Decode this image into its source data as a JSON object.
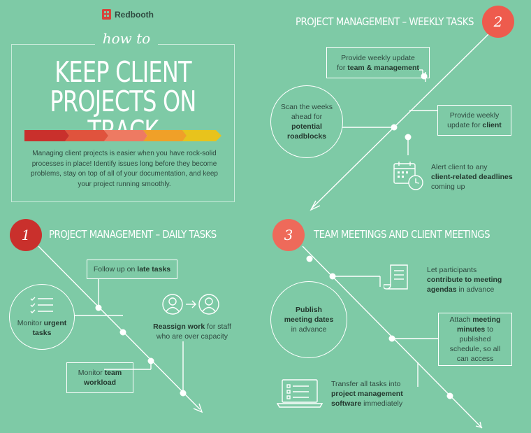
{
  "brand": {
    "name": "Redbooth",
    "color": "#d8433a"
  },
  "header": {
    "how_to": "how to",
    "title_line1": "KEEP CLIENT",
    "title_line2": "PROJECTS ON TRACK",
    "gradient_colors": [
      "#c9302c",
      "#e0533d",
      "#ee7a62",
      "#f0a028",
      "#e8c31c"
    ],
    "intro": "Managing client projects is easier when you have rock-solid processes in place! Identify issues long before they become problems, stay on top of all of your documentation, and keep your project running smoothly."
  },
  "section1": {
    "number": "1",
    "title": "PROJECT MANAGEMENT – DAILY TASKS",
    "follow_pre": "Follow up on ",
    "follow_bold": "late tasks",
    "monitor_urgent_pre": "Monitor ",
    "monitor_urgent_bold": "urgent",
    "monitor_urgent_post": "tasks",
    "reassign_bold": "Reassign work",
    "reassign_post": " for staff who are over capacity",
    "workload_pre": "Monitor ",
    "workload_bold1": "team",
    "workload_bold2": "workload"
  },
  "section2": {
    "number": "2",
    "title": "PROJECT MANAGEMENT – WEEKLY TASKS",
    "update_team_pre": "Provide weekly update",
    "update_team_post": "for ",
    "update_team_bold": "team & management",
    "scan_pre": "Scan the weeks ahead for ",
    "scan_bold": "potential roadblocks",
    "update_client_pre": "Provide weekly update for ",
    "update_client_bold": "client",
    "alert_pre": "Alert client to any",
    "alert_bold": "client-related deadlines",
    "alert_post": "coming up"
  },
  "section3": {
    "number": "3",
    "title": "TEAM MEETINGS AND CLIENT MEETINGS",
    "contribute_pre": "Let participants",
    "contribute_bold": "contribute to meeting agendas",
    "contribute_post": " in advance",
    "publish_bold": "Publish meeting dates",
    "publish_post": "in advance",
    "attach_pre": "Attach ",
    "attach_bold": "meeting minutes",
    "attach_post": " to published schedule, so all can access",
    "transfer_pre": "Transfer all tasks into",
    "transfer_bold": "project management software",
    "transfer_post": " immediately"
  },
  "colors": {
    "background": "#7ecaa6",
    "accent_red": "#d8433a",
    "accent_coral": "#ee6a5a"
  }
}
